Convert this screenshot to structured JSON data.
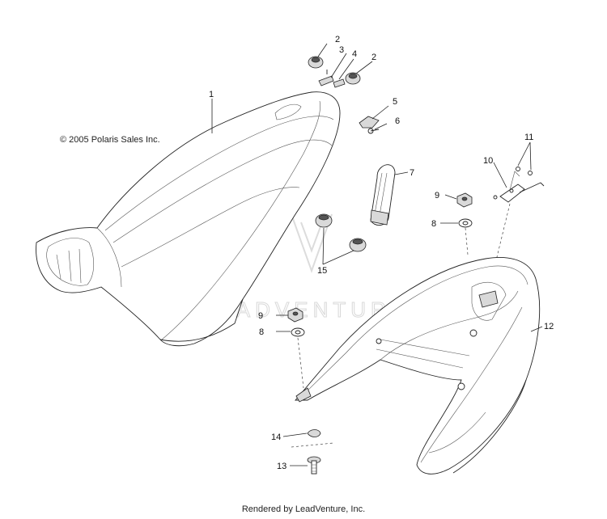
{
  "copyright": "© 2005 Polaris Sales Inc.",
  "footer": "Rendered by LeadVenture, Inc.",
  "watermark": "LEADVENTURE",
  "callouts": {
    "c1": "1",
    "c2a": "2",
    "c2b": "2",
    "c3": "3",
    "c4": "4",
    "c5": "5",
    "c6": "6",
    "c7": "7",
    "c8a": "8",
    "c8b": "8",
    "c9a": "9",
    "c9b": "9",
    "c10": "10",
    "c11": "11",
    "c12": "12",
    "c13": "13",
    "c14": "14",
    "c15": "15"
  },
  "parts": [
    {
      "number": "1",
      "name": "seat-cushion"
    },
    {
      "number": "2",
      "name": "bumper"
    },
    {
      "number": "3",
      "name": "clip"
    },
    {
      "number": "4",
      "name": "clip"
    },
    {
      "number": "5",
      "name": "latch-bracket"
    },
    {
      "number": "6",
      "name": "screw"
    },
    {
      "number": "7",
      "name": "strap"
    },
    {
      "number": "8",
      "name": "washer"
    },
    {
      "number": "9",
      "name": "nut"
    },
    {
      "number": "10",
      "name": "latch"
    },
    {
      "number": "11",
      "name": "screw"
    },
    {
      "number": "12",
      "name": "seat-base"
    },
    {
      "number": "13",
      "name": "bolt"
    },
    {
      "number": "14",
      "name": "washer"
    },
    {
      "number": "15",
      "name": "grommet"
    }
  ]
}
